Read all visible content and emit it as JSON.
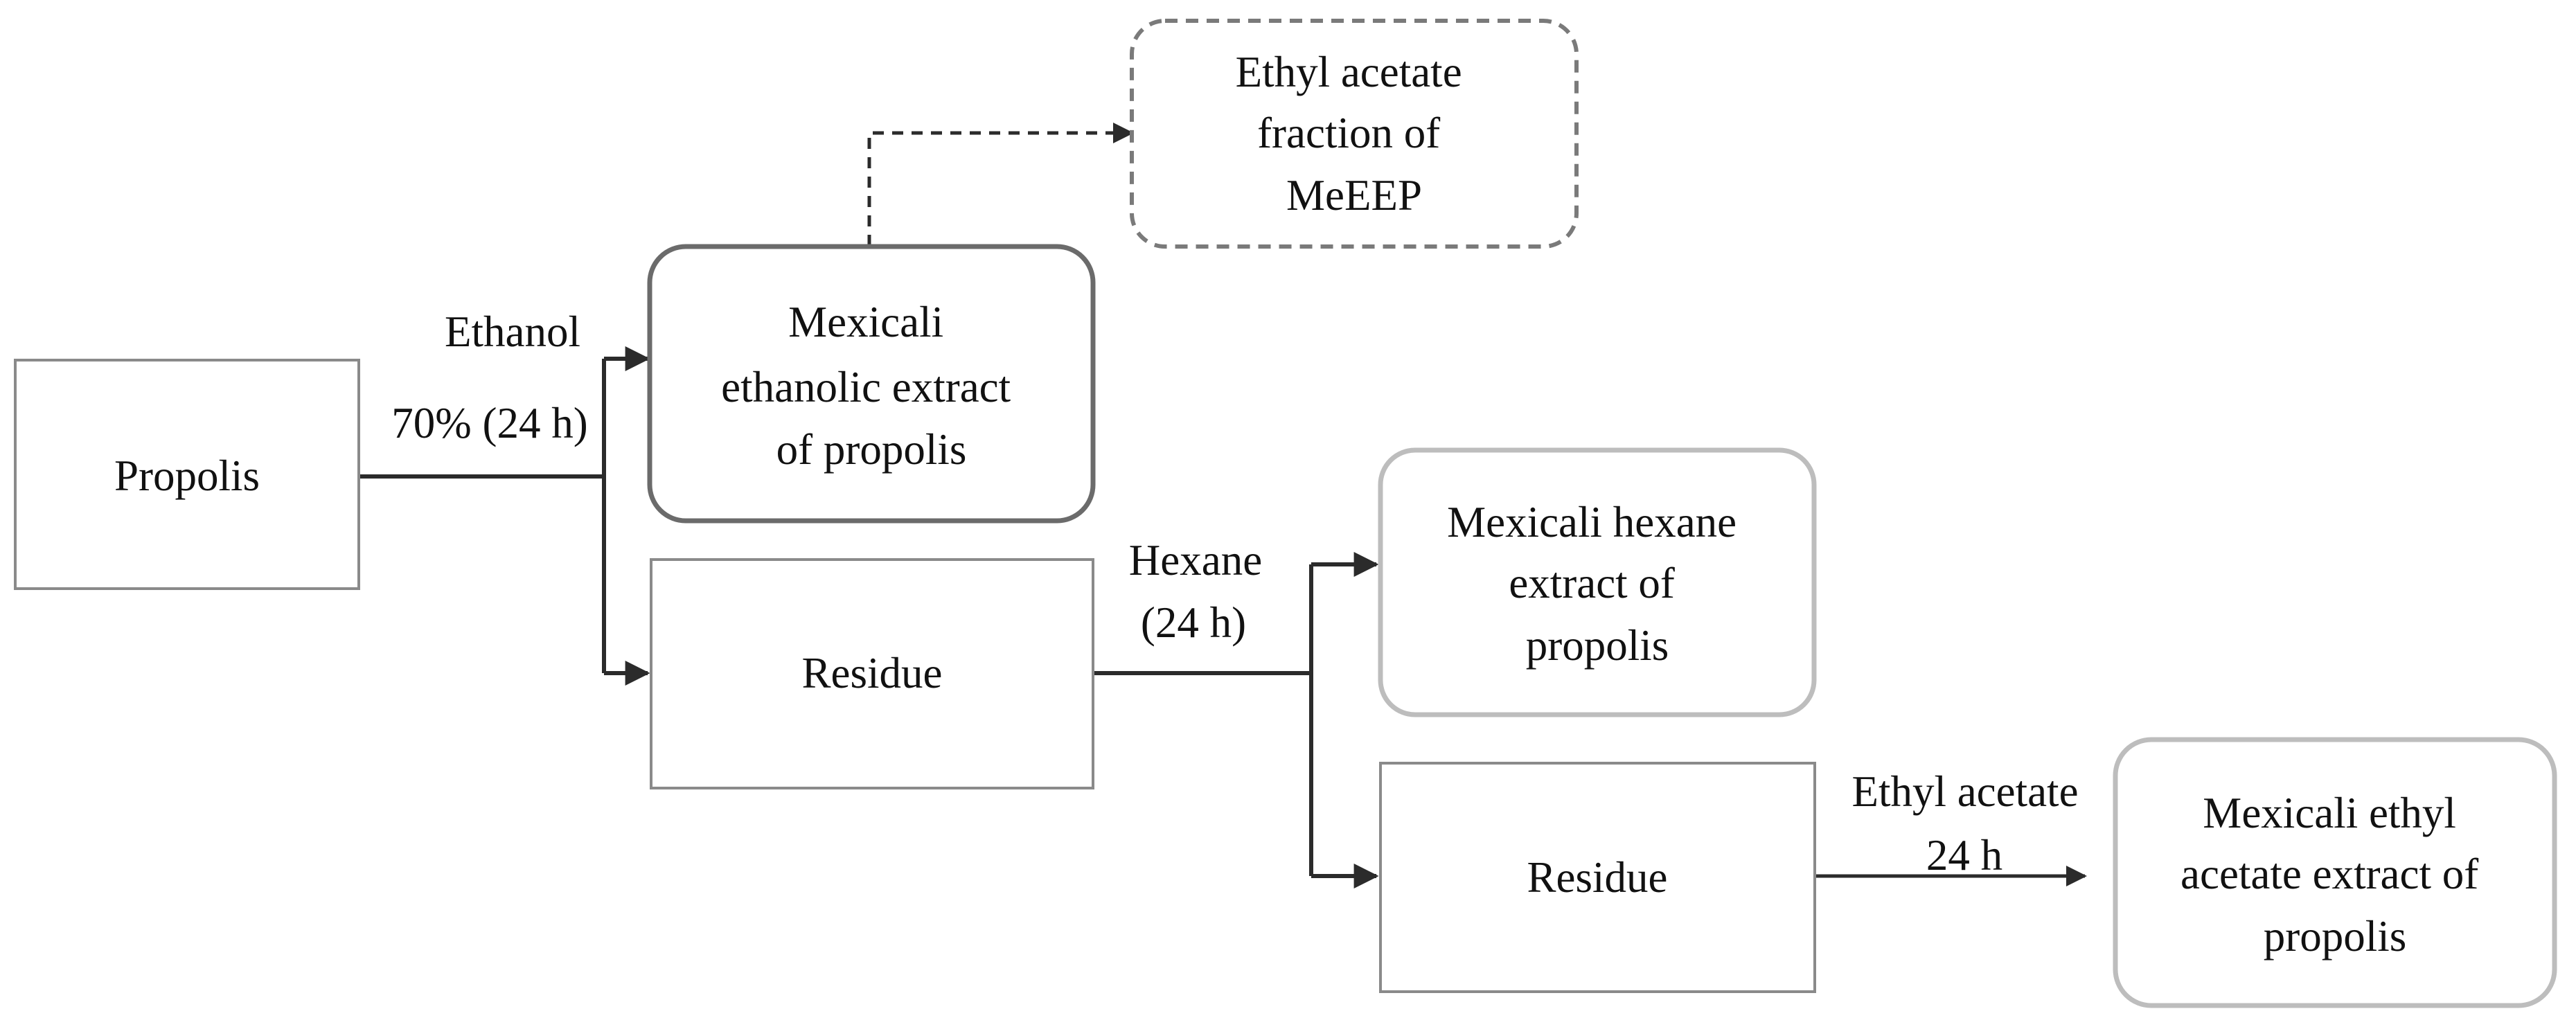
{
  "nodes": {
    "propolis": {
      "lines": [
        "Propolis"
      ]
    },
    "meeep": {
      "lines": [
        "Mexicali",
        "ethanolic extract",
        "of propolis"
      ]
    },
    "ethyl_acetate_fraction": {
      "lines": [
        "Ethyl acetate",
        "fraction of",
        "MeEEP"
      ]
    },
    "residue_1": {
      "lines": [
        "Residue"
      ]
    },
    "hexane_extract": {
      "lines": [
        "Mexicali hexane",
        "extract of",
        "propolis"
      ]
    },
    "residue_2": {
      "lines": [
        "Residue"
      ]
    },
    "ethyl_acetate_extract": {
      "lines": [
        "Mexicali ethyl",
        "acetate extract of",
        "propolis"
      ]
    }
  },
  "edge_labels": {
    "ethanol": [
      "Ethanol",
      "70% (24 h)"
    ],
    "hexane": [
      "Hexane",
      "(24 h)"
    ],
    "ethyl_acetate": [
      "Ethyl acetate",
      "24 h"
    ]
  },
  "colors": {
    "line": "#2b2b2b",
    "box_dark": "#6b6b6b",
    "box_medium": "#8a8a8a",
    "box_light": "#bdbdbd",
    "box_dashed": "#7a7a7a",
    "text": "#111111"
  }
}
